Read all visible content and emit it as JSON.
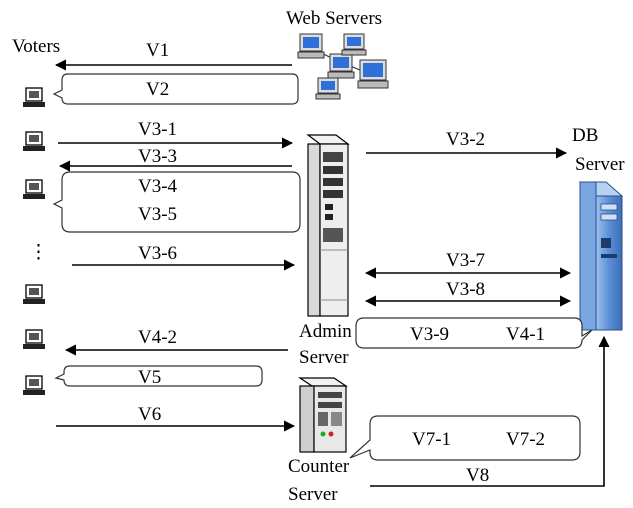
{
  "labels": {
    "voters": "Voters",
    "web_servers": "Web Servers",
    "db_server_line1": "DB",
    "db_server_line2": "Server",
    "admin_server_line1": "Admin",
    "admin_server_line2": "Server",
    "counter_server_line1": "Counter",
    "counter_server_line2": "Server",
    "dots": "⋮"
  },
  "messages": {
    "v1": "V1",
    "v2": "V2",
    "v3_1": "V3-1",
    "v3_2": "V3-2",
    "v3_3": "V3-3",
    "v3_4": "V3-4",
    "v3_5": "V3-5",
    "v3_6": "V3-6",
    "v3_7": "V3-7",
    "v3_8": "V3-8",
    "v3_9": "V3-9",
    "v4_1": "V4-1",
    "v4_2": "V4-2",
    "v5": "V5",
    "v6": "V6",
    "v7_1": "V7-1",
    "v7_2": "V7-2",
    "v8": "V8"
  },
  "colors": {
    "db_server": "#5b8fd6",
    "web_monitor": "#2f6fd8",
    "admin_server": "#e8e8e8"
  }
}
